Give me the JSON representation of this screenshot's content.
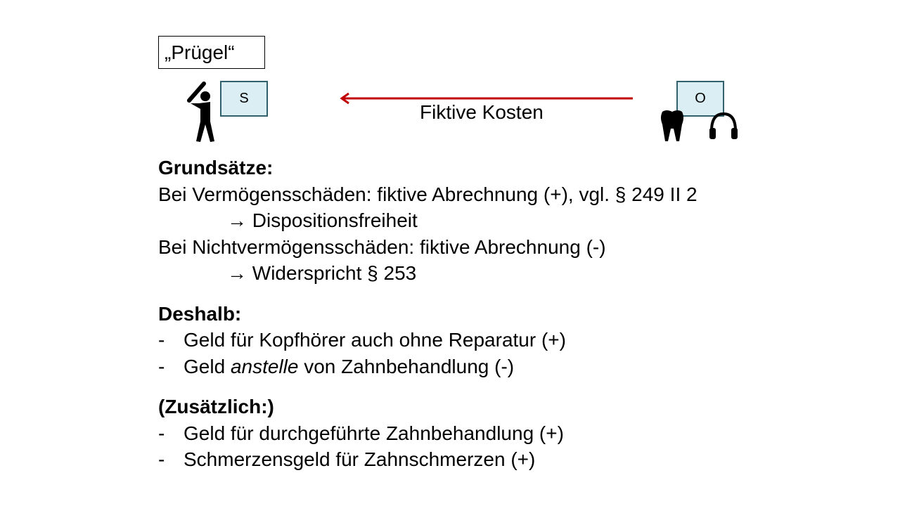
{
  "label": "„Prügel“",
  "parties": {
    "s": "S",
    "o": "O"
  },
  "arrow": {
    "label": "Fiktive Kosten",
    "color": "#c00000"
  },
  "sections": {
    "grundsaetze": {
      "heading": "Grundsätze:",
      "lines": [
        "Bei Vermögensschäden: fiktive Abrechnung (+), vgl. § 249 II 2",
        "→ Dispositionsfreiheit",
        "Bei Nichtvermögensschäden: fiktive Abrechnung (-)",
        "→ Widerspricht § 253"
      ]
    },
    "deshalb": {
      "heading": "Deshalb:",
      "dash": "-",
      "items": [
        "Geld für Kopfhörer auch ohne Reparatur (+)"
      ],
      "item2": {
        "pre": "Geld ",
        "em": "anstelle",
        "post": " von Zahnbehandlung (-)"
      }
    },
    "zusaetzlich": {
      "heading": "(Zusätzlich:)",
      "dash": "-",
      "items": [
        "Geld für durchgeführte Zahnbehandlung (+)",
        "Schmerzensgeld für Zahnschmerzen (+)"
      ]
    }
  }
}
